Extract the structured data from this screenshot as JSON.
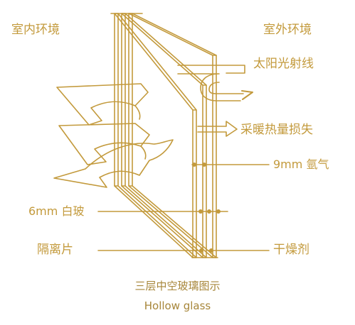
{
  "labels": {
    "indoor": "室内环境",
    "outdoor": "室外环境",
    "solar_radiation": "太阳光射线",
    "heating_heat_loss": "采暖热量损失",
    "argon_gap": "9mm 氩气",
    "white_glass": "6mm 白玻",
    "spacer": "隔离片",
    "desiccant": "干燥剂"
  },
  "caption": {
    "title": "三层中空玻璃图示",
    "subtitle": "Hollow glass"
  },
  "colors": {
    "stroke": "#c39a3c",
    "text": "#c39a3c",
    "caption": "#a7863a",
    "background": "#ffffff"
  }
}
